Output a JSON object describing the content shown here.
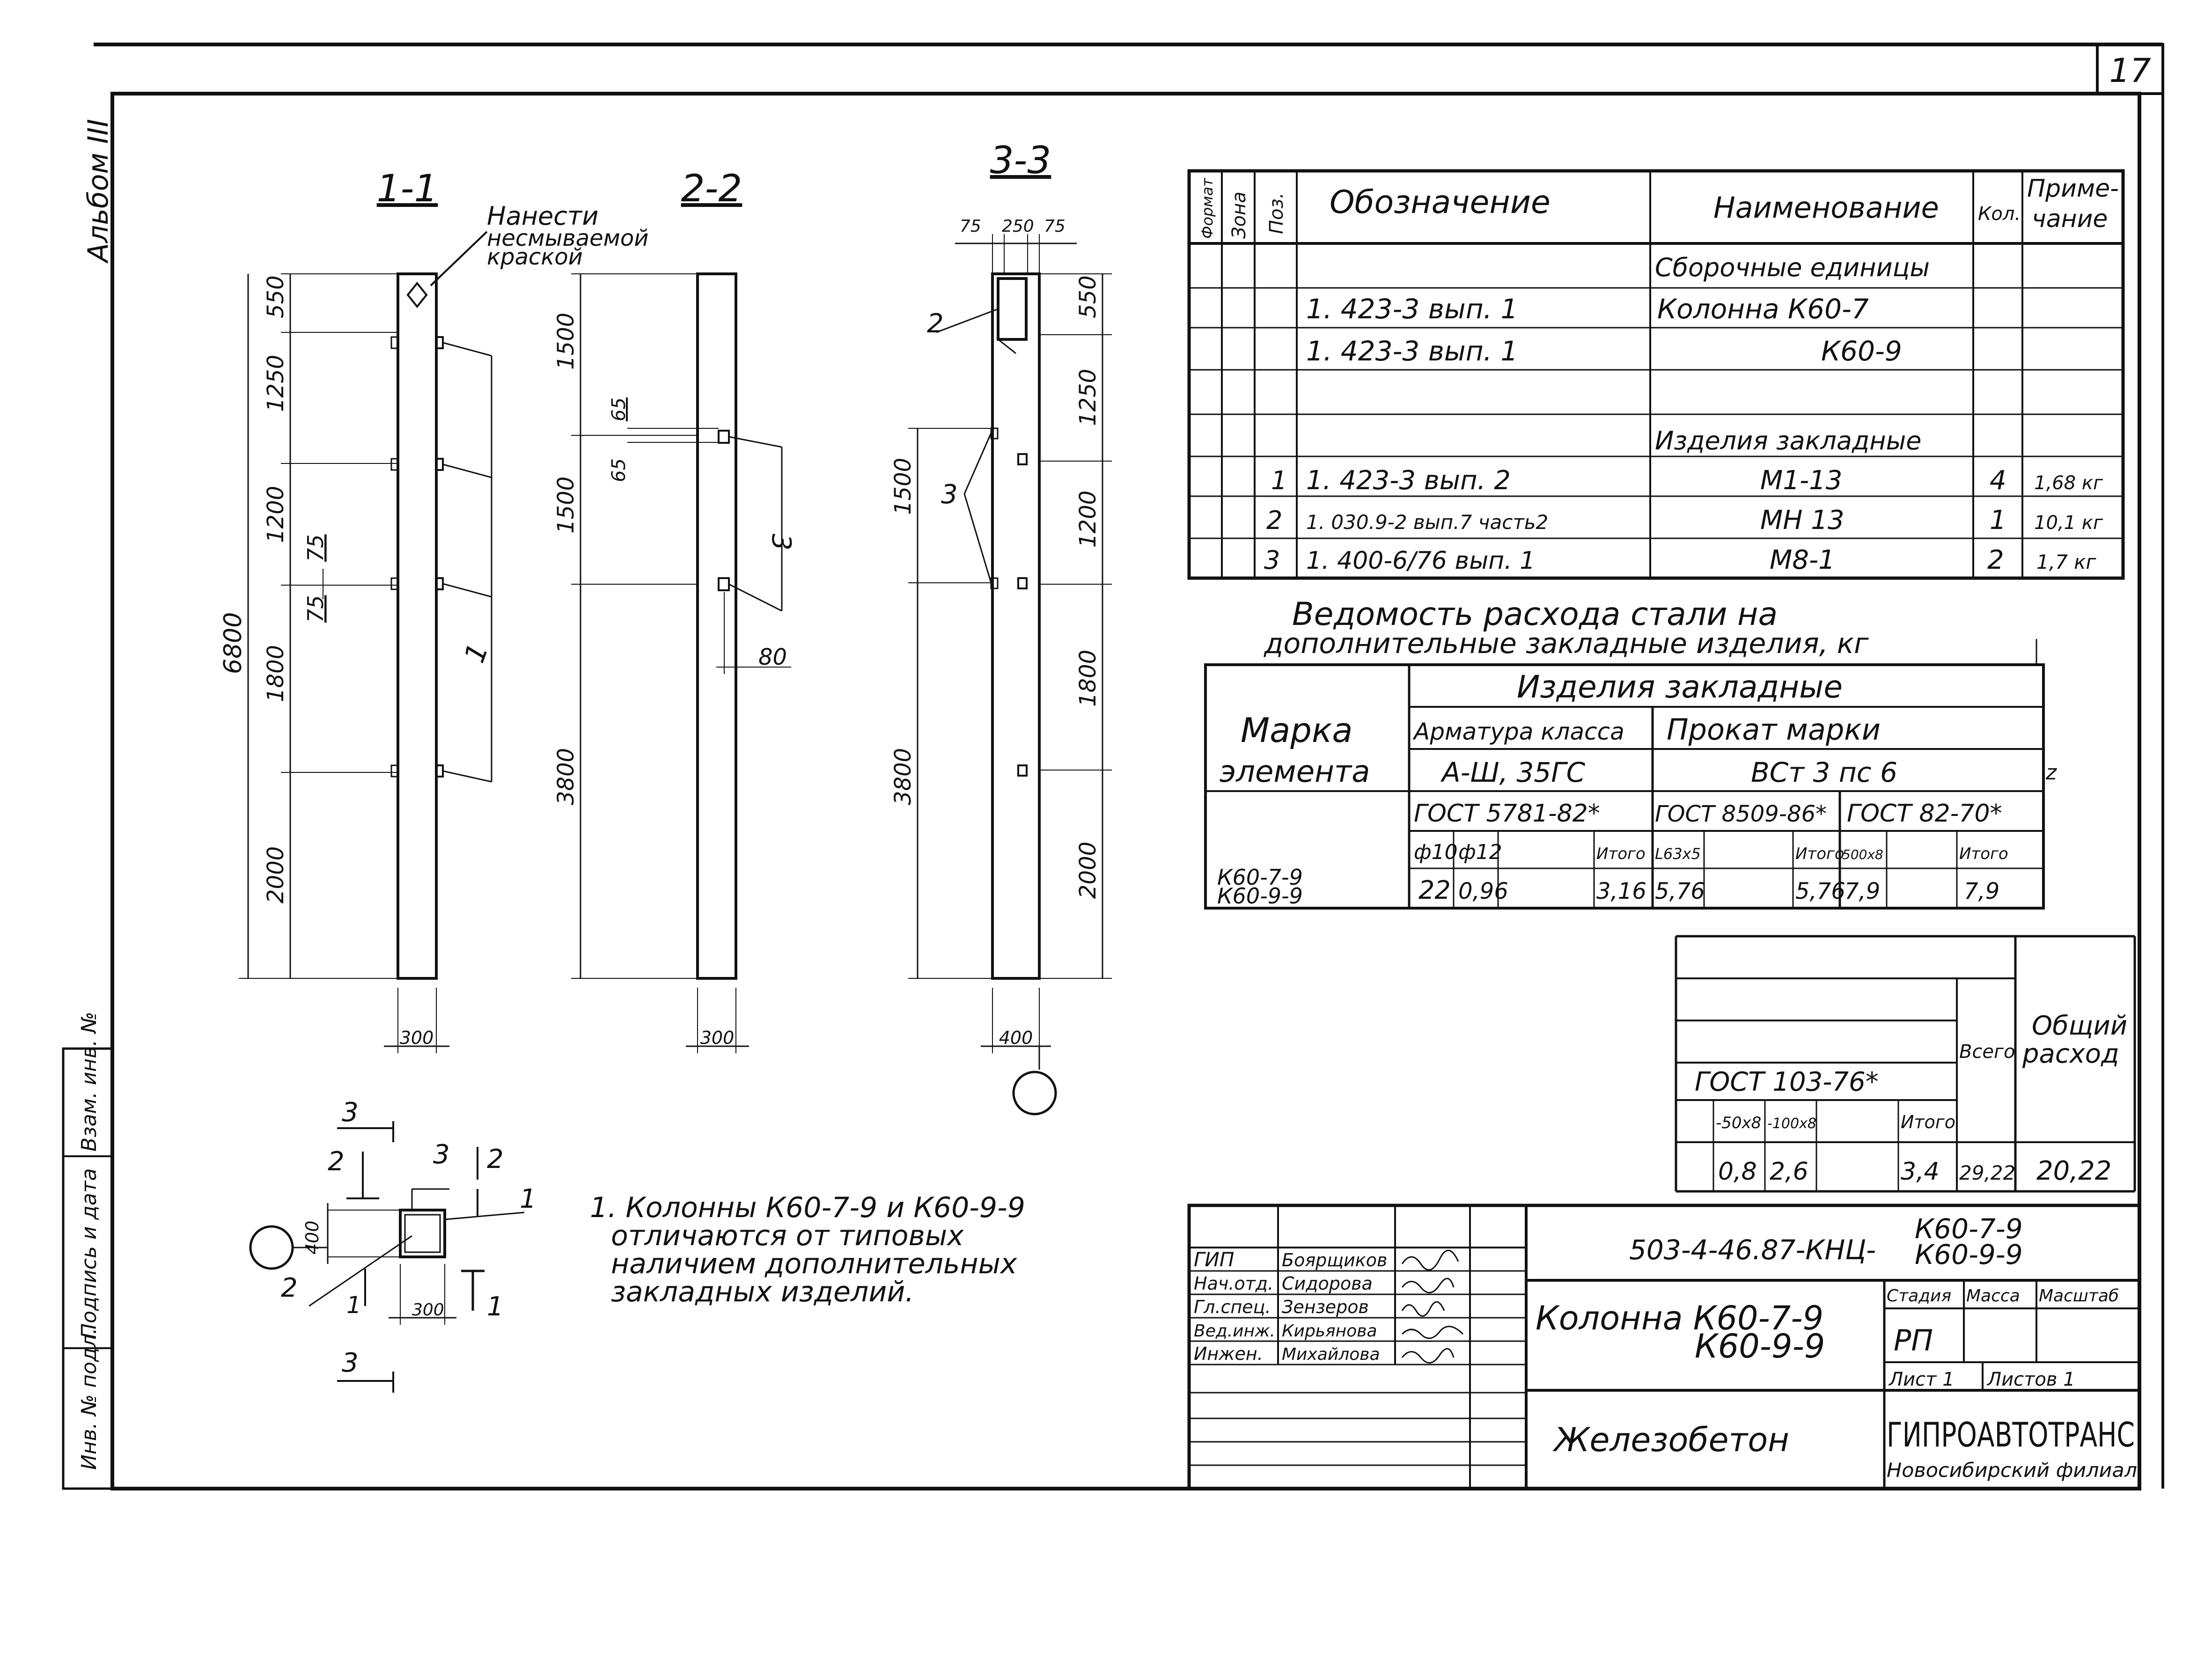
{
  "sheet_number": "17",
  "album_label": "Альбом III",
  "left_strip": [
    "Инв. № подл.",
    "Подпись и дата",
    "Взам. инв. №"
  ],
  "sections": {
    "s1": "1-1",
    "s2": "2-2",
    "s3": "3-3"
  },
  "note_apply": [
    "Нанести",
    "несмываемой",
    "краской"
  ],
  "column_1_1": {
    "dims_left": [
      "550",
      "1250",
      "1200",
      "1800",
      "2000"
    ],
    "overall": "6800",
    "small_dims": [
      "75",
      "75"
    ],
    "width": "300",
    "callout": "1"
  },
  "column_2_2": {
    "dims_left": [
      "1500",
      "1500",
      "3800"
    ],
    "small_dims": [
      "65",
      "65"
    ],
    "width": "300",
    "callout": "3",
    "dim_80": "80"
  },
  "column_3_3": {
    "top_dims": [
      "75",
      "250",
      "75"
    ],
    "dims_left": [
      "1500",
      "3800"
    ],
    "dims_right": [
      "550",
      "1250",
      "1200",
      "1800",
      "2000"
    ],
    "width": "400",
    "callouts": [
      "2",
      "3"
    ]
  },
  "plan_view": {
    "labels": [
      "3",
      "2",
      "3",
      "2",
      "1",
      "2",
      "1",
      "1",
      "3"
    ],
    "dims": [
      "400",
      "300"
    ]
  },
  "spec_table": {
    "headers": [
      "Формат",
      "Зона",
      "Поз.",
      "Обозначение",
      "Наименование",
      "Кол.",
      "Приме-",
      "чание"
    ],
    "rows": [
      {
        "poz": "",
        "oboz": "",
        "name": "Сборочные единицы",
        "kol": "",
        "prim": ""
      },
      {
        "poz": "",
        "oboz": "1. 423-3     вып. 1",
        "name": "Колонна   К60-7",
        "kol": "",
        "prim": ""
      },
      {
        "poz": "",
        "oboz": "1. 423-3     вып. 1",
        "name": "К60-9",
        "kol": "",
        "prim": ""
      },
      {
        "poz": "",
        "oboz": "",
        "name": "",
        "kol": "",
        "prim": ""
      },
      {
        "poz": "",
        "oboz": "",
        "name": "Изделия закладные",
        "kol": "",
        "prim": ""
      },
      {
        "poz": "1",
        "oboz": "1. 423-3     вып. 2",
        "name": "М1-13",
        "kol": "4",
        "prim": "1,68 кг"
      },
      {
        "poz": "2",
        "oboz": "1. 030.9-2  вып.7 часть2",
        "name": "МН 13",
        "kol": "1",
        "prim": "10,1 кг"
      },
      {
        "poz": "3",
        "oboz": "1. 400-6/76  вып. 1",
        "name": "М8-1",
        "kol": "2",
        "prim": "1,7 кг"
      }
    ]
  },
  "steel_title": [
    "Ведомость расхода стали на",
    "дополнительные закладные изделия, кг"
  ],
  "steel_table": {
    "mark_header": [
      "Марка",
      "элемента"
    ],
    "group_header": "Изделия закладные",
    "armatura": "Арматура класса",
    "prokat": "Прокат марки",
    "class_a": "А-Ш, 35ГС",
    "class_b": "ВСт 3 пс 6",
    "gost_a": "ГОСТ 5781-82*",
    "gost_b": "ГОСТ 8509-86*",
    "gost_c": "ГОСТ 82-70*",
    "sub": [
      "ф10",
      "ф12",
      "",
      "Итого",
      "L63х5",
      "",
      "Итого",
      "500х8",
      "",
      "Итого"
    ],
    "marks": [
      "К60-7-9",
      "К60-9-9"
    ],
    "values": [
      "22",
      "0,96",
      "",
      "3,16",
      "5,76",
      "",
      "5,76",
      "7,9",
      "",
      "7,9"
    ],
    "z": "z"
  },
  "steel_table2": {
    "gost": "ГОСТ 103-76*",
    "sub": [
      "-50х8",
      "-100х8",
      "",
      "Итого"
    ],
    "values": [
      "0,8",
      "2,6",
      "",
      "3,4"
    ],
    "vsego_label": "Всего",
    "vsego": "29,22",
    "obshiy_label": [
      "Общий",
      "расход"
    ],
    "obshiy": "20,22"
  },
  "note": [
    "1. Колонны  К60-7-9  и  К60-9-9",
    "отличаются  от  типовых",
    "наличием  дополнительных",
    "закладных  изделий."
  ],
  "title_block": {
    "code": "503-4-46.87-КНЦ-",
    "marks": [
      "К60-7-9",
      "К60-9-9"
    ],
    "roles": [
      "ГИП",
      "Нач.отд.",
      "Гл.спец.",
      "Вед.инж.",
      "Инжен."
    ],
    "names": [
      "Боярщиков",
      "Сидорова",
      "Зензеров",
      "Кирьянова",
      "Михайлова"
    ],
    "item_name": [
      "Колонна  К60-7-9",
      "К60-9-9"
    ],
    "stage_label": "Стадия",
    "mass_label": "Масса",
    "scale_label": "Масштаб",
    "stage": "РП",
    "sheet": "Лист 1",
    "sheets": "Листов 1",
    "material": "Железобетон",
    "org": "ГИПРОАВТОТРАНС",
    "branch": "Новосибирский филиал"
  }
}
